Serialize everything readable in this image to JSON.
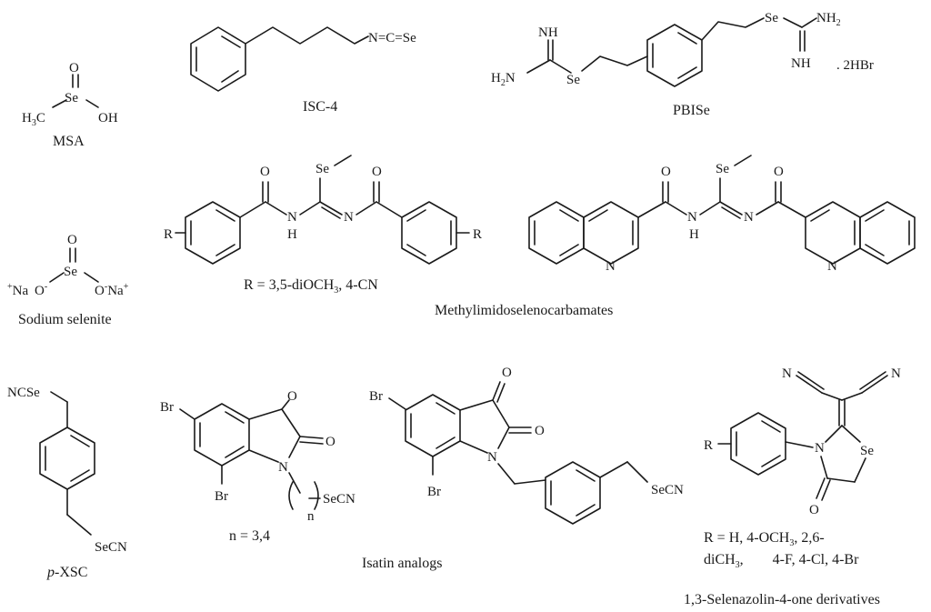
{
  "atoms": {
    "o": "O",
    "se": "Se",
    "oh": "OH",
    "h3c": "H3C",
    "nh": "NH",
    "nh2": "NH2",
    "h2n": "H2N",
    "nh_split": "N",
    "h": "H",
    "n": "N",
    "r": "R",
    "br": "Br",
    "secn": "SeCN",
    "ncse": "NCSe",
    "na_left": "+Na",
    "na_right": "Na+",
    "o_left": "O",
    "o_right": "O-",
    "ncse_chain": "N=C=Se",
    "dihbr": ". 2HBr",
    "subscript_n": "n",
    "n_cyano": "N"
  },
  "captions": {
    "msa": "MSA",
    "isc4": "ISC-4",
    "pbise": "PBISe",
    "sodium_selenite": "Sodium selenite",
    "r_methylimido": "R = 3,5-diOCH3, 4-CN",
    "methylimido": "Methylimidoselenocarbamates",
    "pxsc_italic": "p",
    "pxsc_rest": "-XSC",
    "n_value": "n = 3,4",
    "isatin": "Isatin analogs",
    "r_selenazolin_1": "R = H, 4-OCH3, 2,6-",
    "r_selenazolin_2": "diCH3,        4-F, 4-Cl, 4-Br",
    "selenazolin": "1,3-Selenazolin-4-one derivatives"
  }
}
